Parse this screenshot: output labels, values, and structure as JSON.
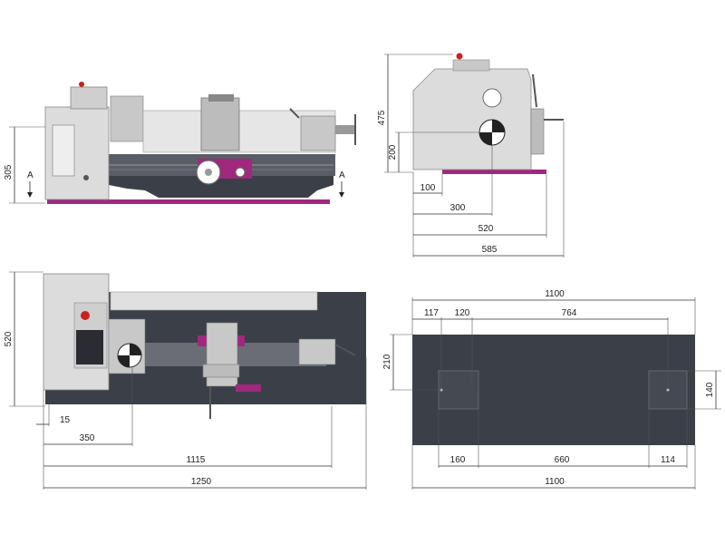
{
  "colors": {
    "machine_light": "#dcdcdc",
    "machine_mid": "#b4b4b4",
    "machine_dark": "#3a3d45",
    "base_dark": "#3b3f48",
    "accent_magenta": "#a0287f",
    "stop_red": "#cc2020",
    "dimension_line": "#333333"
  },
  "front_view": {
    "height_305": "305",
    "section_a_left": "A",
    "section_a_right": "A"
  },
  "side_view": {
    "height_475": "475",
    "height_200": "200",
    "width_100": "100",
    "width_300": "300",
    "width_520": "520",
    "width_585": "585"
  },
  "top_view": {
    "depth_520": "520",
    "offset_15": "15",
    "offset_350": "350",
    "length_1115": "1115",
    "length_1250": "1250"
  },
  "base_plan": {
    "width_top": "1100",
    "offset_117": "117",
    "offset_120": "120",
    "span_764": "764",
    "depth_210": "210",
    "pad_140": "140",
    "offset_160": "160",
    "span_660": "660",
    "offset_114": "114",
    "width_bottom": "1100"
  }
}
